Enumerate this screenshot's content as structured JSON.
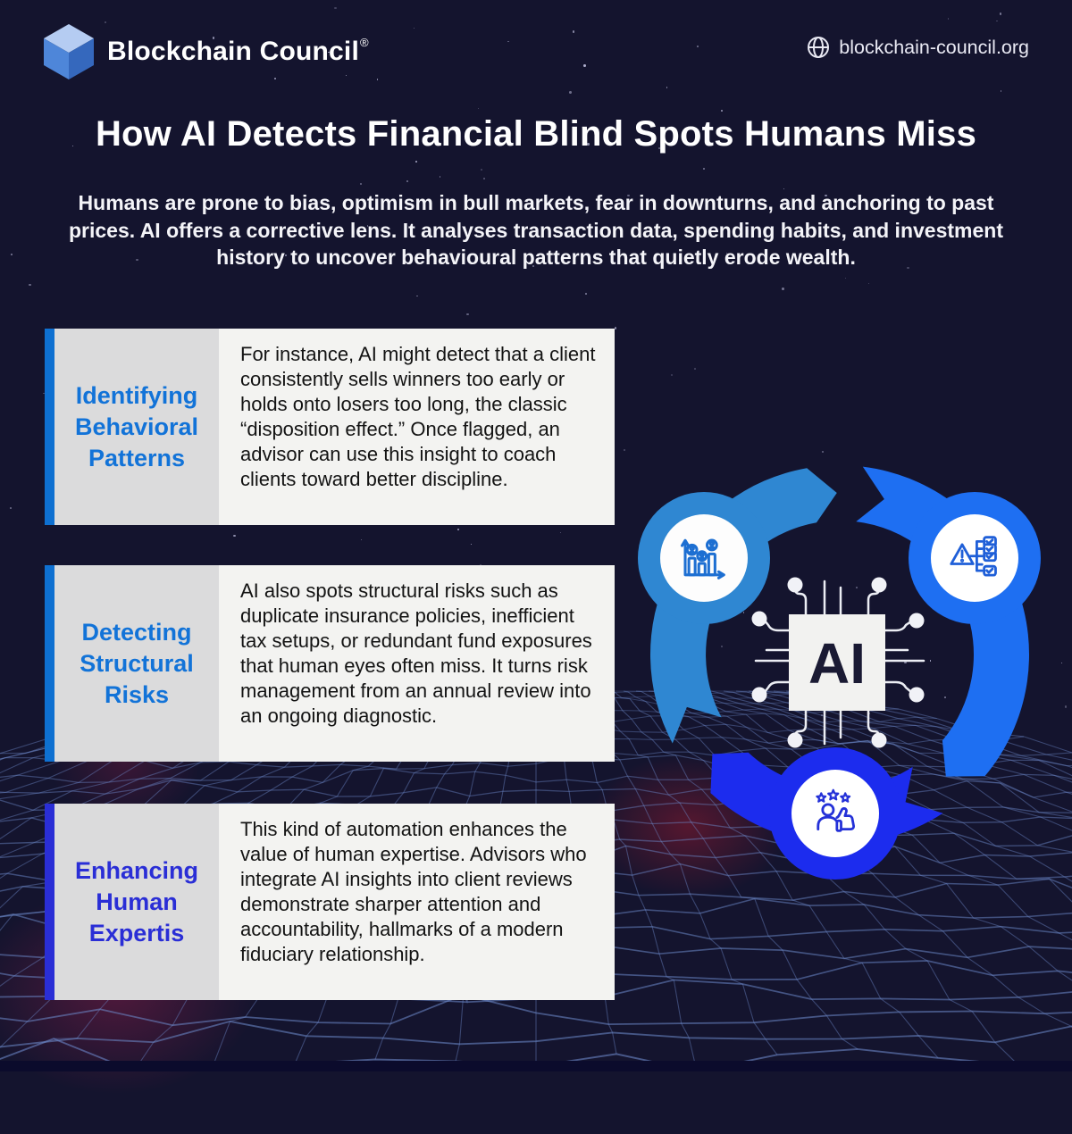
{
  "header": {
    "brand": "Blockchain Council",
    "registered_mark": "®",
    "website": "blockchain-council.org"
  },
  "title": "How AI Detects Financial Blind Spots Humans Miss",
  "intro": "Humans are prone to bias, optimism in bull markets, fear in downturns, and anchoring to past prices. AI offers a corrective lens. It analyses transaction data, spending habits, and investment history to uncover behavioural patterns that quietly erode wealth.",
  "cards": [
    {
      "heading": "Identifying Behavioral Patterns",
      "body": "For instance, AI might detect that a client consistently sells winners too early or holds onto losers too long, the classic “disposition effect.” Once flagged, an advisor can use this insight to coach clients toward better discipline."
    },
    {
      "heading": "Detecting Structural Risks",
      "body": "AI also spots structural risks such as duplicate insurance policies, inefficient tax setups, or redundant fund exposures that human eyes often miss. It turns risk management from an annual review into an ongoing diagnostic."
    },
    {
      "heading": "Enhancing Human Expertis",
      "body": "This kind of automation enhances the value of human expertise. Advisors who integrate AI insights into client reviews demonstrate sharper attention and accountability, hallmarks of a modern fiduciary relationship."
    }
  ],
  "diagram": {
    "center_label": "AI",
    "icons": [
      "people-growth-chart",
      "risk-warning-checklist",
      "customer-satisfaction-thumbs-up"
    ],
    "colors": {
      "left_arc": "#2f87d2",
      "right_arc": "#1e6ff2",
      "bottom_arc": "#1c2cee"
    }
  },
  "colors": {
    "background": "#14142e",
    "card_accent_blue": "#0e70d1",
    "card_accent_indigo": "#2a2ed6",
    "card_heading_blue": "#1273d8",
    "card_label_bg": "#dbdbdc",
    "card_body_bg": "#f3f3f1",
    "mesh_line": "#647fc0"
  }
}
